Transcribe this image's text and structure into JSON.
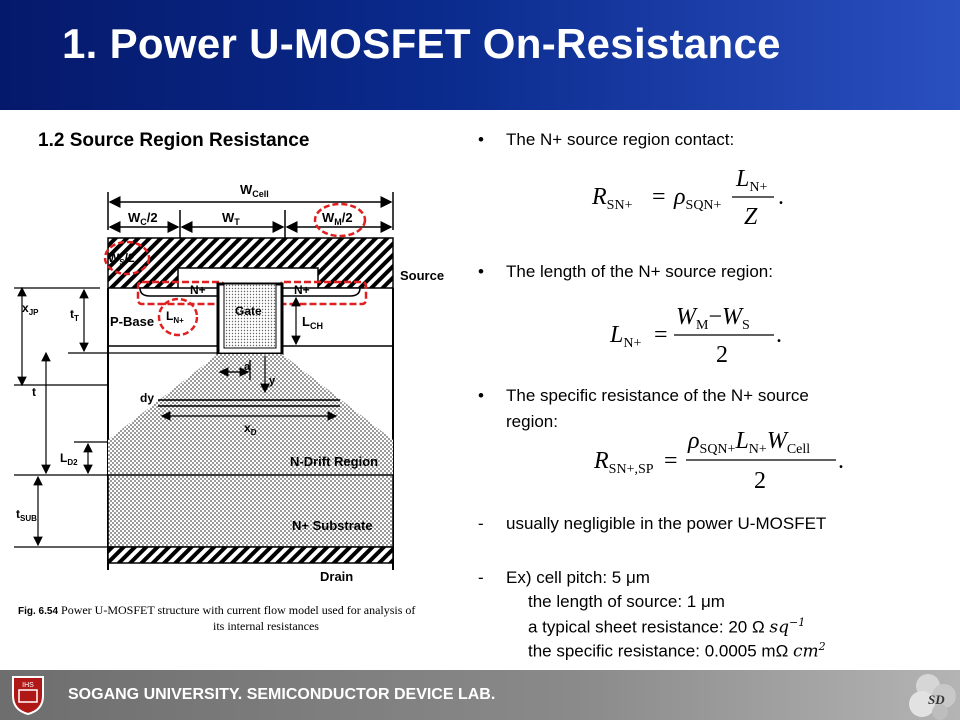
{
  "header": {
    "title": "1. Power U-MOSFET On-Resistance"
  },
  "subtitle": "1.2 Source Region Resistance",
  "figure": {
    "labels": {
      "wcell": "W",
      "wcell_sub": "Cell",
      "wc2": "W",
      "wc2_sub": "C",
      "wc2_tail": "/2",
      "wt": "W",
      "wt_sub": "T",
      "wm2": "W",
      "wm2_sub": "M",
      "wm2_tail": "/2",
      "ws2": "W",
      "ws2_sub": "S",
      "ws2_tail": "/2",
      "source": "Source",
      "nplus_left": "N+",
      "nplus_right": "N+",
      "gate": "Gate",
      "pbase": "P-Base",
      "ln": "L",
      "ln_sub": "N+",
      "lch": "L",
      "lch_sub": "CH",
      "xjp": "x",
      "xjp_sub": "JP",
      "tt": "t",
      "tt_sub": "T",
      "a": "a",
      "y": "y",
      "dy": "dy",
      "xd": "x",
      "xd_sub": "D",
      "t": "t",
      "ld2": "L",
      "ld2_sub": "D2",
      "drift": "N-Drift Region",
      "tsub": "t",
      "tsub_sub": "SUB",
      "substrate": "N+ Substrate",
      "drain": "Drain"
    },
    "caption_label": "Fig. 6.54",
    "caption_line1": "Power U-MOSFET structure with current flow model used for analysis of",
    "caption_line2": "its internal resistances"
  },
  "right": {
    "bullet_char": "•",
    "dash_char": "-",
    "b1": "The N+ source region contact:",
    "b2": "The length of the N+ source region:",
    "b3a": "The specific resistance of the N+ source",
    "b3b": "region:",
    "d1": "usually negligible in the power U-MOSFET",
    "d2": "Ex) cell pitch: 5 μm",
    "ex1": "the length of source: 1 μm",
    "ex2": "a typical sheet resistance: 20 Ω",
    "ex2_unit": "sq",
    "ex2_exp": "−1",
    "ex3": "the specific resistance: 0.0005 mΩ",
    "ex3_unit": "cm",
    "ex3_exp": "2"
  },
  "equations": {
    "eq1": {
      "lhs": "R",
      "lhs_sub": "SN+",
      "rho": "ρ",
      "rho_sub": "SQN+",
      "num": "L",
      "num_sub": "N+",
      "den": "Z"
    },
    "eq2": {
      "lhs": "L",
      "lhs_sub": "N+",
      "num_a": "W",
      "num_a_sub": "M",
      "minus": "−",
      "num_b": "W",
      "num_b_sub": "S",
      "den": "2"
    },
    "eq3": {
      "lhs": "R",
      "lhs_sub": "SN+,SP",
      "num_rho": "ρ",
      "num_rho_sub": "SQN+",
      "num_l": "L",
      "num_l_sub": "N+",
      "num_w": "W",
      "num_w_sub": "Cell",
      "den": "2"
    }
  },
  "footer": {
    "text": "SOGANG UNIVERSITY. SEMICONDUCTOR DEVICE LAB.",
    "shield_text": "IHS",
    "logo_text": "SD"
  },
  "colors": {
    "header": "#0a2a8c",
    "footer": "#8a8a8a",
    "highlight": "#e02020"
  }
}
